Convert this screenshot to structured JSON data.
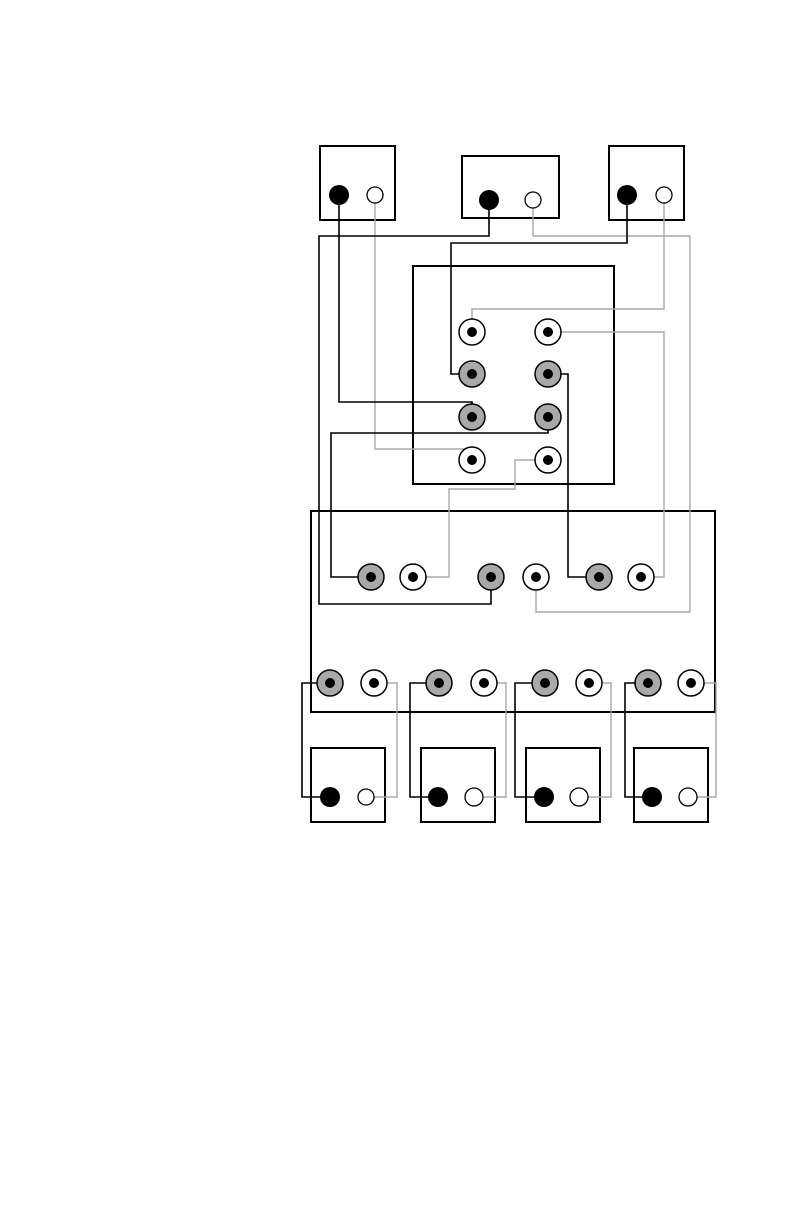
{
  "colors": {
    "line": "#000000",
    "return_wire": "#a8a8a8",
    "jack_gray": "#a9a9a9",
    "paper": "#ffffff"
  },
  "components": [
    {
      "id": "source-left",
      "kind": "device"
    },
    {
      "id": "source-center",
      "kind": "device"
    },
    {
      "id": "source-right",
      "kind": "device"
    },
    {
      "id": "switch-panel",
      "kind": "jack-panel",
      "jacks": 8
    },
    {
      "id": "main-unit",
      "kind": "jack-panel",
      "jacks": 14
    },
    {
      "id": "output-1",
      "kind": "device"
    },
    {
      "id": "output-2",
      "kind": "device"
    },
    {
      "id": "output-3",
      "kind": "device"
    },
    {
      "id": "output-4",
      "kind": "device"
    }
  ]
}
